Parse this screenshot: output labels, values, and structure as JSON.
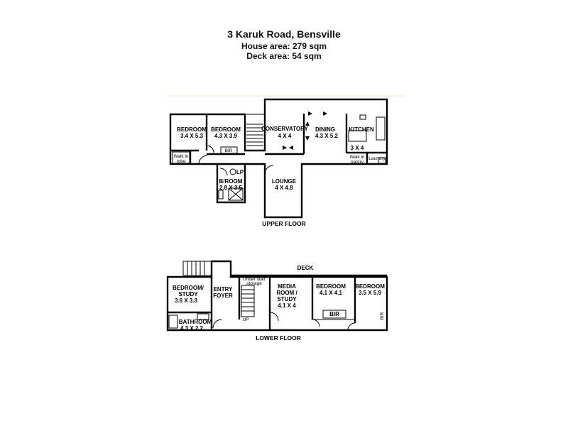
{
  "header": {
    "title": "3 Karuk Road, Bensville",
    "house_area": "House area: 279 sqm",
    "deck_area": "Deck area: 54 sqm"
  },
  "upper_floor": {
    "label": "UPPER FLOOR",
    "bedroom1": {
      "name": "BEDROOM",
      "size": "3.4 X 5.3"
    },
    "bedroom2": {
      "name": "BEDROOM",
      "size": "4.3 X 3.9"
    },
    "walk_in_robe": [
      "Walk in",
      "robe"
    ],
    "bir": "BIR",
    "conservatory": {
      "name": "CONSERVATORY",
      "size": "4 X 4"
    },
    "dining": {
      "name": "DINING",
      "size": "4.3 X 5.2"
    },
    "kitchen": {
      "name": "KITCHEN",
      "size": "3 X 4"
    },
    "walk_in_pantry": [
      "Walk in",
      "pantry"
    ],
    "laundry": "Laundry",
    "bathroom": {
      "name": "B/ROOM",
      "size": "2.8 X 3.5"
    },
    "lp": "LP",
    "lounge": {
      "name": "LOUNGE",
      "size": "4 X 4.8"
    }
  },
  "lower_floor": {
    "label": "LOWER FLOOR",
    "deck": "DECK",
    "bedroom_study": {
      "name": [
        "BEDROOM/",
        "STUDY"
      ],
      "size": "3.6 X 3.3"
    },
    "entry_foyer": [
      "ENTRY",
      "FOYER"
    ],
    "under_stair": [
      "Under stair",
      "storage"
    ],
    "up": "UP",
    "media_room": {
      "name": [
        "MEDIA",
        "ROOM /",
        "STUDY"
      ],
      "size": "4.1 X 4"
    },
    "bedroom_a": {
      "name": "BEDROOM",
      "size": "4.1 X 4.1"
    },
    "bedroom_b": {
      "name": "BEDROOM",
      "size": "3.5 X 5.9"
    },
    "bir1": "BIR",
    "bir2": "BIR",
    "bathroom": {
      "name": "BATHROOM",
      "size": "4.3 X 2.2"
    }
  }
}
